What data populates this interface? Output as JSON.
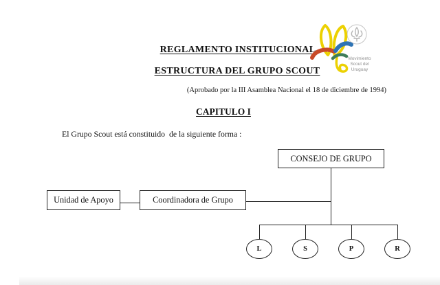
{
  "document": {
    "title1": "REGLAMENTO INSTITUCIONAL",
    "title2": "ESTRUCTURA DEL GRUPO SCOUT",
    "approval_note": "(Aprobado por la III Asamblea Nacional el 18 de diciembre de 1994)",
    "chapter_title": "CAPITULO I",
    "intro_text": "El Grupo Scout está constituido  de la siguiente forma :"
  },
  "logo": {
    "text_lines": {
      "0": "Movimiento",
      "1": "Scout del",
      "2": "Uruguay"
    },
    "colors": {
      "yellow": "#ecd103",
      "red": "#c84a28",
      "blue": "#2e74b5",
      "green": "#3e7d5a",
      "emblem_gray": "#c6c6c6",
      "text_gray": "#8f8f8f"
    }
  },
  "org_chart": {
    "root_label": "CONSEJO DE GRUPO",
    "support_label": "Unidad de Apoyo",
    "coordinator_label": "Coordinadora de Grupo",
    "branches": {
      "0": "L",
      "1": "S",
      "2": "P",
      "3": "R"
    },
    "line_color": "#222222"
  }
}
